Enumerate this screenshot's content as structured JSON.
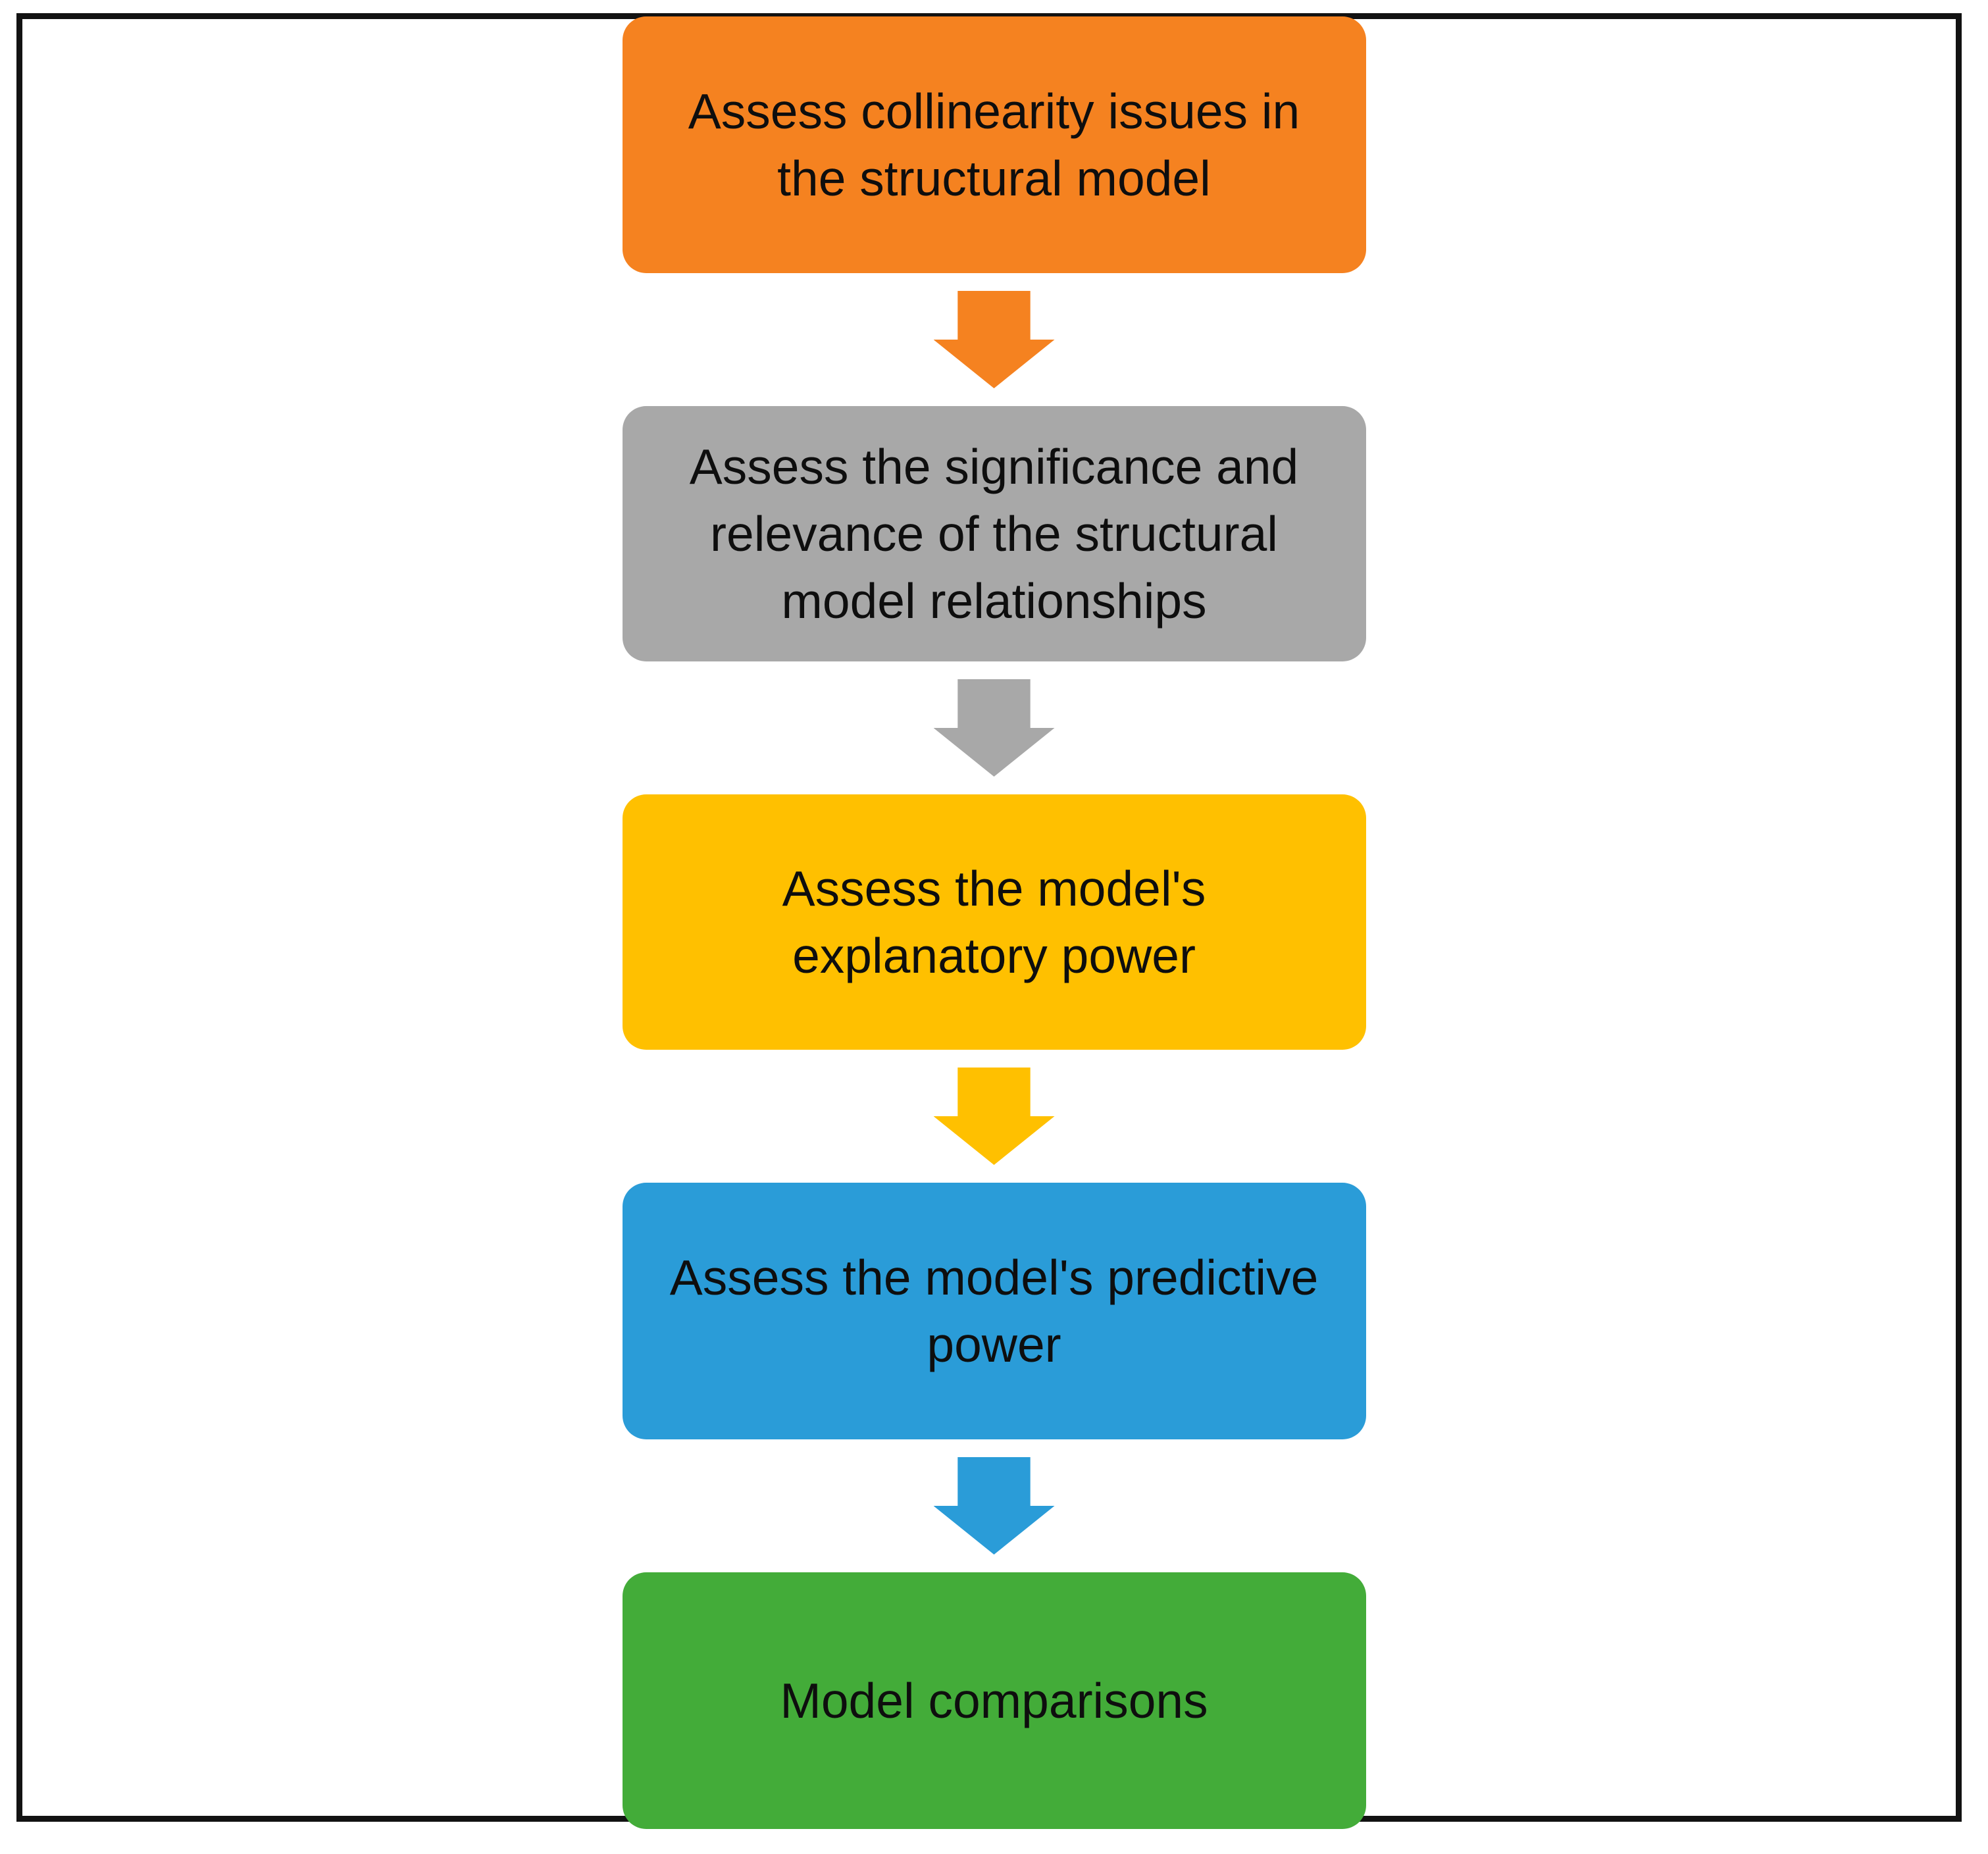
{
  "diagram": {
    "background": "#FFFFFF",
    "frame_border_color": "#121212",
    "text_color": "#0E0E0E",
    "steps": [
      {
        "label": "Assess collinearity issues in the structural model",
        "color": "#F58220"
      },
      {
        "label": "Assess the significance and relevance of the structural model relationships",
        "color": "#A8A8A8"
      },
      {
        "label": "Assess the model's explanatory power",
        "color": "#FFC000"
      },
      {
        "label": "Assess the model's predictive power",
        "color": "#2A9CD8"
      },
      {
        "label": "Model comparisons",
        "color": "#43AC39"
      }
    ],
    "arrows": [
      {
        "name": "arrow-after-step-1",
        "color": "#F58220"
      },
      {
        "name": "arrow-after-step-2",
        "color": "#A8A8A8"
      },
      {
        "name": "arrow-after-step-3",
        "color": "#FFC000"
      },
      {
        "name": "arrow-after-step-4",
        "color": "#2A9CD8"
      }
    ]
  }
}
